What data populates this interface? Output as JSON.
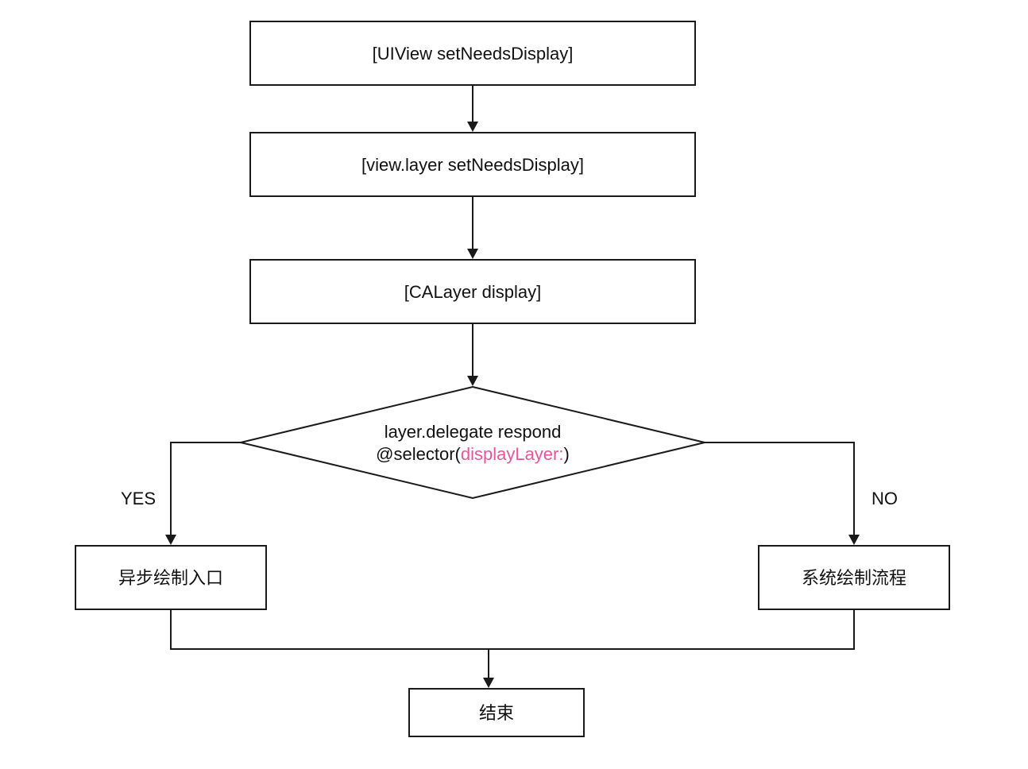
{
  "colors": {
    "stroke": "#1a1a1a",
    "text": "#111111",
    "highlight": "#e8559a"
  },
  "nodes": {
    "uiview": {
      "text": "[UIView setNeedsDisplay]"
    },
    "layer": {
      "text": "[view.layer setNeedsDisplay]"
    },
    "calayer": {
      "text": "[CALayer display]"
    },
    "decision": {
      "line1": "layer.delegate respond",
      "line2_prefix": "@selector(",
      "line2_highlight": "displayLayer:",
      "line2_suffix": ")"
    },
    "async": {
      "text": "异步绘制入口"
    },
    "system": {
      "text": "系统绘制流程"
    },
    "end": {
      "text": "结束"
    }
  },
  "edges": {
    "yes_label": "YES",
    "no_label": "NO"
  }
}
